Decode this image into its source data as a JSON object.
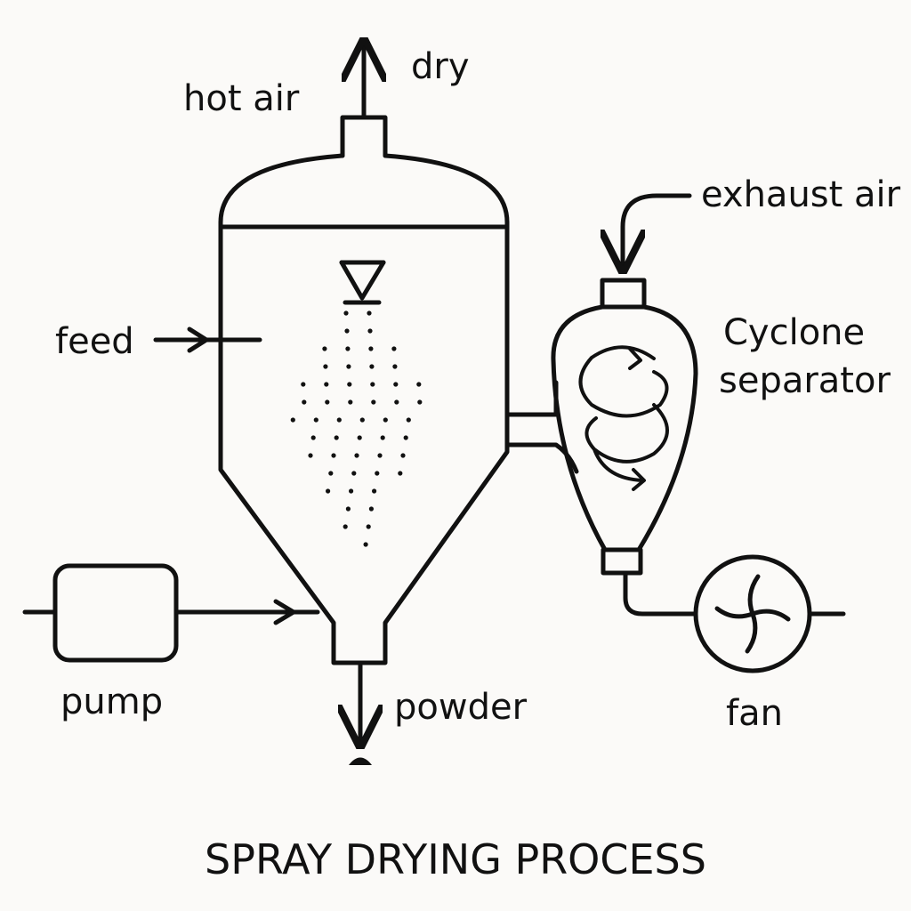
{
  "labels": {
    "dry": "dry",
    "hot_air": "hot air",
    "exhaust_air": "exhaust air",
    "cyclone_line1": "Cyclone",
    "cyclone_line2": "separator",
    "feed": "feed",
    "pump": "pump",
    "powder": "powder",
    "fan": "fan"
  },
  "title": "SPRAY DRYING PROCESS",
  "colors": {
    "ink": "#111111",
    "background": "#fbfaf8"
  },
  "icons": {
    "nozzle": "nozzle-triangle-icon",
    "fan": "fan-blades-icon",
    "cyclone_swirl": "swirl-arrow-icon"
  }
}
